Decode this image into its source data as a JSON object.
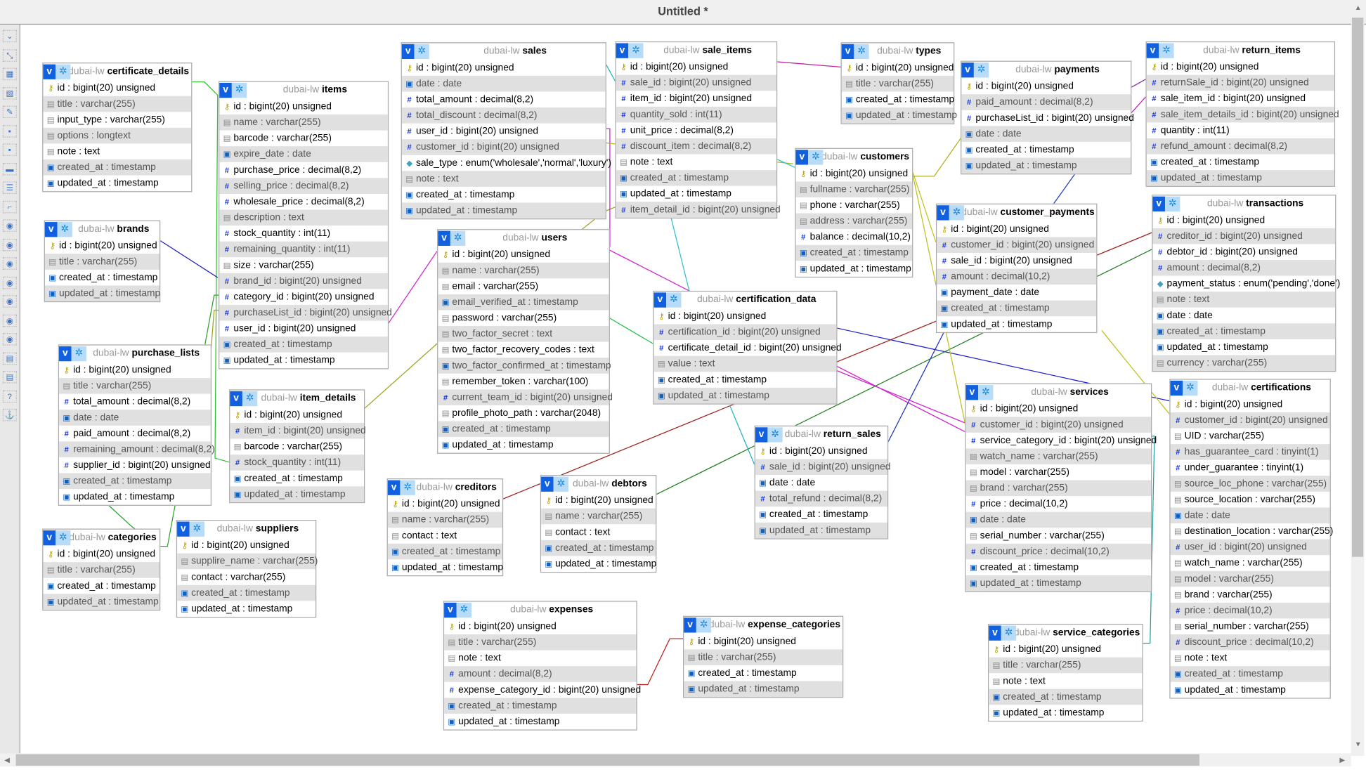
{
  "window": {
    "title": "Untitled *"
  },
  "toolbar": [
    "toggle-menu",
    "fit-to-screen",
    "add-table",
    "new-page",
    "edit-page",
    "save-position",
    "save-as",
    "delete-page",
    "export",
    "relation-line-toggle",
    "relation-1",
    "relation-2",
    "relation-3",
    "relation-4",
    "relation-5",
    "relation-6",
    "relation-7",
    "pdf",
    "list",
    "help",
    "anchor"
  ],
  "tables": [
    {
      "db": "dubai-lw",
      "name": "certificate_details",
      "fields": [
        [
          "id : bigint(20) unsigned",
          "key"
        ],
        [
          "title : varchar(255)",
          "txt"
        ],
        [
          "input_type : varchar(255)",
          "txt"
        ],
        [
          "options : longtext",
          "txt"
        ],
        [
          "note : text",
          "txt"
        ],
        [
          "created_at : timestamp",
          "tim"
        ],
        [
          "updated_at : timestamp",
          "tim"
        ]
      ]
    },
    {
      "db": "dubai-lw",
      "name": "brands",
      "fields": [
        [
          "id : bigint(20) unsigned",
          "key"
        ],
        [
          "title : varchar(255)",
          "txt"
        ],
        [
          "created_at : timestamp",
          "tim"
        ],
        [
          "updated_at : timestamp",
          "tim"
        ]
      ]
    },
    {
      "db": "dubai-lw",
      "name": "purchase_lists",
      "fields": [
        [
          "id : bigint(20) unsigned",
          "key"
        ],
        [
          "title : varchar(255)",
          "txt"
        ],
        [
          "total_amount : decimal(8,2)",
          "num"
        ],
        [
          "date : date",
          "tim"
        ],
        [
          "paid_amount : decimal(8,2)",
          "num"
        ],
        [
          "remaining_amount : decimal(8,2)",
          "num"
        ],
        [
          "supplier_id : bigint(20) unsigned",
          "num"
        ],
        [
          "created_at : timestamp",
          "tim"
        ],
        [
          "updated_at : timestamp",
          "tim"
        ]
      ]
    },
    {
      "db": "dubai-lw",
      "name": "categories",
      "fields": [
        [
          "id : bigint(20) unsigned",
          "key"
        ],
        [
          "title : varchar(255)",
          "txt"
        ],
        [
          "created_at : timestamp",
          "tim"
        ],
        [
          "updated_at : timestamp",
          "tim"
        ]
      ]
    },
    {
      "db": "dubai-lw",
      "name": "items",
      "fields": [
        [
          "id : bigint(20) unsigned",
          "key"
        ],
        [
          "name : varchar(255)",
          "txt"
        ],
        [
          "barcode : varchar(255)",
          "txt"
        ],
        [
          "expire_date : date",
          "tim"
        ],
        [
          "purchase_price : decimal(8,2)",
          "num"
        ],
        [
          "selling_price : decimal(8,2)",
          "num"
        ],
        [
          "wholesale_price : decimal(8,2)",
          "num"
        ],
        [
          "description : text",
          "txt"
        ],
        [
          "stock_quantity : int(11)",
          "num"
        ],
        [
          "remaining_quantity : int(11)",
          "num"
        ],
        [
          "size : varchar(255)",
          "txt"
        ],
        [
          "brand_id : bigint(20) unsigned",
          "num"
        ],
        [
          "category_id : bigint(20) unsigned",
          "num"
        ],
        [
          "purchaseList_id : bigint(20) unsigned",
          "num"
        ],
        [
          "user_id : bigint(20) unsigned",
          "num"
        ],
        [
          "created_at : timestamp",
          "tim"
        ],
        [
          "updated_at : timestamp",
          "tim"
        ]
      ]
    },
    {
      "db": "dubai-lw",
      "name": "item_details",
      "fields": [
        [
          "id : bigint(20) unsigned",
          "key"
        ],
        [
          "item_id : bigint(20) unsigned",
          "num"
        ],
        [
          "barcode : varchar(255)",
          "txt"
        ],
        [
          "stock_quantity : int(11)",
          "num"
        ],
        [
          "created_at : timestamp",
          "tim"
        ],
        [
          "updated_at : timestamp",
          "tim"
        ]
      ]
    },
    {
      "db": "dubai-lw",
      "name": "suppliers",
      "fields": [
        [
          "id : bigint(20) unsigned",
          "key"
        ],
        [
          "supplire_name : varchar(255)",
          "txt"
        ],
        [
          "contact : varchar(255)",
          "txt"
        ],
        [
          "created_at : timestamp",
          "tim"
        ],
        [
          "updated_at : timestamp",
          "tim"
        ]
      ]
    },
    {
      "db": "dubai-lw",
      "name": "sales",
      "fields": [
        [
          "id : bigint(20) unsigned",
          "key"
        ],
        [
          "date : date",
          "tim"
        ],
        [
          "total_amount : decimal(8,2)",
          "num"
        ],
        [
          "total_discount : decimal(8,2)",
          "num"
        ],
        [
          "user_id : bigint(20) unsigned",
          "num"
        ],
        [
          "customer_id : bigint(20) unsigned",
          "num"
        ],
        [
          "sale_type : enum('wholesale','normal','luxury')",
          "enu"
        ],
        [
          "note : text",
          "txt"
        ],
        [
          "created_at : timestamp",
          "tim"
        ],
        [
          "updated_at : timestamp",
          "tim"
        ]
      ]
    },
    {
      "db": "dubai-lw",
      "name": "users",
      "fields": [
        [
          "id : bigint(20) unsigned",
          "key"
        ],
        [
          "name : varchar(255)",
          "txt"
        ],
        [
          "email : varchar(255)",
          "txt"
        ],
        [
          "email_verified_at : timestamp",
          "tim"
        ],
        [
          "password : varchar(255)",
          "txt"
        ],
        [
          "two_factor_secret : text",
          "txt"
        ],
        [
          "two_factor_recovery_codes : text",
          "txt"
        ],
        [
          "two_factor_confirmed_at : timestamp",
          "tim"
        ],
        [
          "remember_token : varchar(100)",
          "txt"
        ],
        [
          "current_team_id : bigint(20) unsigned",
          "num"
        ],
        [
          "profile_photo_path : varchar(2048)",
          "txt"
        ],
        [
          "created_at : timestamp",
          "tim"
        ],
        [
          "updated_at : timestamp",
          "tim"
        ]
      ]
    },
    {
      "db": "dubai-lw",
      "name": "sale_items",
      "fields": [
        [
          "id : bigint(20) unsigned",
          "key"
        ],
        [
          "sale_id : bigint(20) unsigned",
          "num"
        ],
        [
          "item_id : bigint(20) unsigned",
          "num"
        ],
        [
          "quantity_sold : int(11)",
          "num"
        ],
        [
          "unit_price : decimal(8,2)",
          "num"
        ],
        [
          "discount_item : decimal(8,2)",
          "num"
        ],
        [
          "note : text",
          "txt"
        ],
        [
          "created_at : timestamp",
          "tim"
        ],
        [
          "updated_at : timestamp",
          "tim"
        ],
        [
          "item_detail_id : bigint(20) unsigned",
          "num"
        ]
      ]
    },
    {
      "db": "dubai-lw",
      "name": "types",
      "fields": [
        [
          "id : bigint(20) unsigned",
          "key"
        ],
        [
          "title : varchar(255)",
          "txt"
        ],
        [
          "created_at : timestamp",
          "tim"
        ],
        [
          "updated_at : timestamp",
          "tim"
        ]
      ]
    },
    {
      "db": "dubai-lw",
      "name": "payments",
      "fields": [
        [
          "id : bigint(20) unsigned",
          "key"
        ],
        [
          "paid_amount : decimal(8,2)",
          "num"
        ],
        [
          "purchaseList_id : bigint(20) unsigned",
          "num"
        ],
        [
          "date : date",
          "tim"
        ],
        [
          "created_at : timestamp",
          "tim"
        ],
        [
          "updated_at : timestamp",
          "tim"
        ]
      ]
    },
    {
      "db": "dubai-lw",
      "name": "return_items",
      "fields": [
        [
          "id : bigint(20) unsigned",
          "key"
        ],
        [
          "returnSale_id : bigint(20) unsigned",
          "num"
        ],
        [
          "sale_item_id : bigint(20) unsigned",
          "num"
        ],
        [
          "sale_item_details_id : bigint(20) unsigned",
          "num"
        ],
        [
          "quantity : int(11)",
          "num"
        ],
        [
          "refund_amount : decimal(8,2)",
          "num"
        ],
        [
          "created_at : timestamp",
          "tim"
        ],
        [
          "updated_at : timestamp",
          "tim"
        ]
      ]
    },
    {
      "db": "dubai-lw",
      "name": "customers",
      "fields": [
        [
          "id : bigint(20) unsigned",
          "key"
        ],
        [
          "fullname : varchar(255)",
          "txt"
        ],
        [
          "phone : varchar(255)",
          "txt"
        ],
        [
          "address : varchar(255)",
          "txt"
        ],
        [
          "balance : decimal(10,2)",
          "num"
        ],
        [
          "created_at : timestamp",
          "tim"
        ],
        [
          "updated_at : timestamp",
          "tim"
        ]
      ]
    },
    {
      "db": "dubai-lw",
      "name": "customer_payments",
      "fields": [
        [
          "id : bigint(20) unsigned",
          "key"
        ],
        [
          "customer_id : bigint(20) unsigned",
          "num"
        ],
        [
          "sale_id : bigint(20) unsigned",
          "num"
        ],
        [
          "amount : decimal(10,2)",
          "num"
        ],
        [
          "payment_date : date",
          "tim"
        ],
        [
          "created_at : timestamp",
          "tim"
        ],
        [
          "updated_at : timestamp",
          "tim"
        ]
      ]
    },
    {
      "db": "dubai-lw",
      "name": "transactions",
      "fields": [
        [
          "id : bigint(20) unsigned",
          "key"
        ],
        [
          "creditor_id : bigint(20) unsigned",
          "num"
        ],
        [
          "debtor_id : bigint(20) unsigned",
          "num"
        ],
        [
          "amount : decimal(8,2)",
          "num"
        ],
        [
          "payment_status : enum('pending','done')",
          "enu"
        ],
        [
          "note : text",
          "txt"
        ],
        [
          "date : date",
          "tim"
        ],
        [
          "created_at : timestamp",
          "tim"
        ],
        [
          "updated_at : timestamp",
          "tim"
        ],
        [
          "currency : varchar(255)",
          "txt"
        ]
      ]
    },
    {
      "db": "dubai-lw",
      "name": "certification_data",
      "fields": [
        [
          "id : bigint(20) unsigned",
          "key"
        ],
        [
          "certification_id : bigint(20) unsigned",
          "num"
        ],
        [
          "certificate_detail_id : bigint(20) unsigned",
          "num"
        ],
        [
          "value : text",
          "txt"
        ],
        [
          "created_at : timestamp",
          "tim"
        ],
        [
          "updated_at : timestamp",
          "tim"
        ]
      ]
    },
    {
      "db": "dubai-lw",
      "name": "return_sales",
      "fields": [
        [
          "id : bigint(20) unsigned",
          "key"
        ],
        [
          "sale_id : bigint(20) unsigned",
          "num"
        ],
        [
          "date : date",
          "tim"
        ],
        [
          "total_refund : decimal(8,2)",
          "num"
        ],
        [
          "created_at : timestamp",
          "tim"
        ],
        [
          "updated_at : timestamp",
          "tim"
        ]
      ]
    },
    {
      "db": "dubai-lw",
      "name": "services",
      "fields": [
        [
          "id : bigint(20) unsigned",
          "key"
        ],
        [
          "customer_id : bigint(20) unsigned",
          "num"
        ],
        [
          "service_category_id : bigint(20) unsigned",
          "num"
        ],
        [
          "watch_name : varchar(255)",
          "txt"
        ],
        [
          "model : varchar(255)",
          "txt"
        ],
        [
          "brand : varchar(255)",
          "txt"
        ],
        [
          "price : decimal(10,2)",
          "num"
        ],
        [
          "date : date",
          "tim"
        ],
        [
          "serial_number : varchar(255)",
          "txt"
        ],
        [
          "discount_price : decimal(10,2)",
          "num"
        ],
        [
          "created_at : timestamp",
          "tim"
        ],
        [
          "updated_at : timestamp",
          "tim"
        ]
      ]
    },
    {
      "db": "dubai-lw",
      "name": "certifications",
      "fields": [
        [
          "id : bigint(20) unsigned",
          "key"
        ],
        [
          "customer_id : bigint(20) unsigned",
          "num"
        ],
        [
          "UID : varchar(255)",
          "txt"
        ],
        [
          "has_guarantee_card : tinyint(1)",
          "num"
        ],
        [
          "under_guarantee : tinyint(1)",
          "num"
        ],
        [
          "source_loc_phone : varchar(255)",
          "txt"
        ],
        [
          "source_location : varchar(255)",
          "txt"
        ],
        [
          "date : date",
          "tim"
        ],
        [
          "destination_location : varchar(255)",
          "txt"
        ],
        [
          "user_id : bigint(20) unsigned",
          "num"
        ],
        [
          "watch_name : varchar(255)",
          "txt"
        ],
        [
          "model : varchar(255)",
          "txt"
        ],
        [
          "brand : varchar(255)",
          "txt"
        ],
        [
          "price : decimal(10,2)",
          "num"
        ],
        [
          "serial_number : varchar(255)",
          "txt"
        ],
        [
          "discount_price : decimal(10,2)",
          "num"
        ],
        [
          "note : text",
          "txt"
        ],
        [
          "created_at : timestamp",
          "tim"
        ],
        [
          "updated_at : timestamp",
          "tim"
        ]
      ]
    },
    {
      "db": "dubai-lw",
      "name": "creditors",
      "fields": [
        [
          "id : bigint(20) unsigned",
          "key"
        ],
        [
          "name : varchar(255)",
          "txt"
        ],
        [
          "contact : text",
          "txt"
        ],
        [
          "created_at : timestamp",
          "tim"
        ],
        [
          "updated_at : timestamp",
          "tim"
        ]
      ]
    },
    {
      "db": "dubai-lw",
      "name": "debtors",
      "fields": [
        [
          "id : bigint(20) unsigned",
          "key"
        ],
        [
          "name : varchar(255)",
          "txt"
        ],
        [
          "contact : text",
          "txt"
        ],
        [
          "created_at : timestamp",
          "tim"
        ],
        [
          "updated_at : timestamp",
          "tim"
        ]
      ]
    },
    {
      "db": "dubai-lw",
      "name": "expenses",
      "fields": [
        [
          "id : bigint(20) unsigned",
          "key"
        ],
        [
          "title : varchar(255)",
          "txt"
        ],
        [
          "note : text",
          "txt"
        ],
        [
          "amount : decimal(8,2)",
          "num"
        ],
        [
          "expense_category_id : bigint(20) unsigned",
          "num"
        ],
        [
          "created_at : timestamp",
          "tim"
        ],
        [
          "updated_at : timestamp",
          "tim"
        ]
      ]
    },
    {
      "db": "dubai-lw",
      "name": "expense_categories",
      "fields": [
        [
          "id : bigint(20) unsigned",
          "key"
        ],
        [
          "title : varchar(255)",
          "txt"
        ],
        [
          "created_at : timestamp",
          "tim"
        ],
        [
          "updated_at : timestamp",
          "tim"
        ]
      ]
    },
    {
      "db": "dubai-lw",
      "name": "service_categories",
      "fields": [
        [
          "id : bigint(20) unsigned",
          "key"
        ],
        [
          "title : varchar(255)",
          "txt"
        ],
        [
          "note : text",
          "txt"
        ],
        [
          "created_at : timestamp",
          "tim"
        ],
        [
          "updated_at : timestamp",
          "tim"
        ]
      ]
    }
  ],
  "header_buttons": {
    "toggle": "v",
    "options": "✲"
  }
}
